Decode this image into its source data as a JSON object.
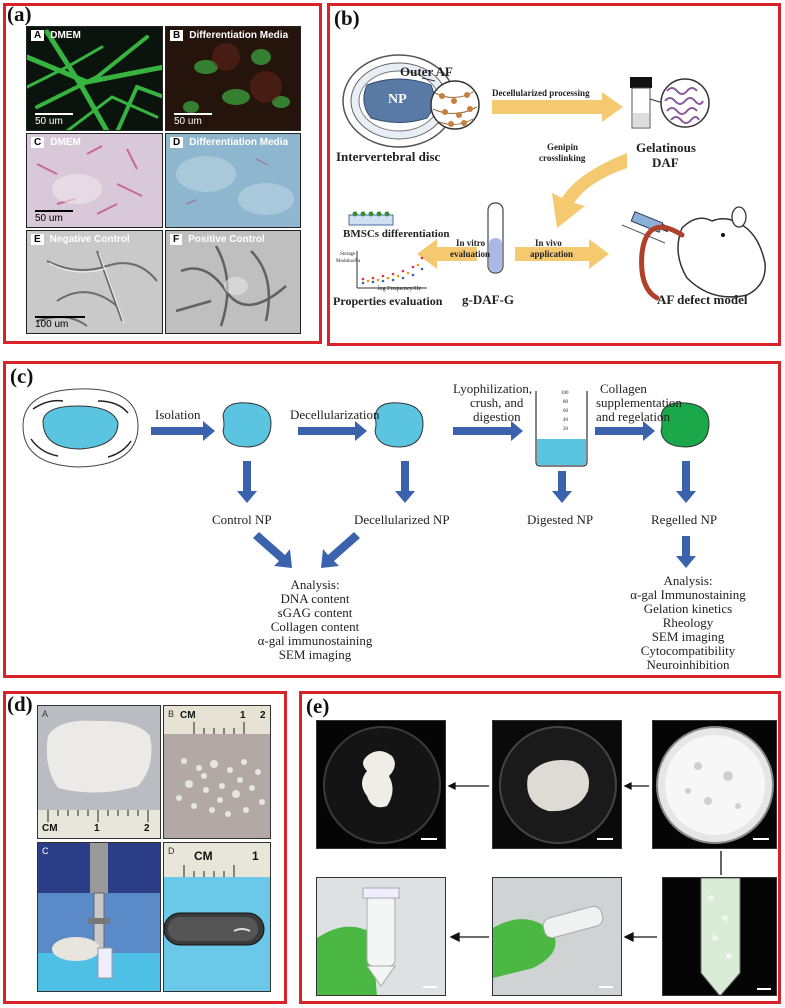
{
  "panel_a": {
    "label": "(a)",
    "tiles": [
      {
        "letter": "A",
        "title": "DMEM",
        "scale": "50 um"
      },
      {
        "letter": "B",
        "title": "Differentiation Media",
        "scale": "50 um"
      },
      {
        "letter": "C",
        "title": "DMEM",
        "scale": "50 um"
      },
      {
        "letter": "D",
        "title": "Differentiation Media",
        "scale": ""
      },
      {
        "letter": "E",
        "title": "Negative Control",
        "scale": "100 um"
      },
      {
        "letter": "F",
        "title": "Positive Control",
        "scale": ""
      }
    ]
  },
  "panel_b": {
    "label": "(b)",
    "outer_af": "Outer AF",
    "np": "NP",
    "intervertebral_disc": "Intervertebral disc",
    "decellularized_processing": "Decellularized processing",
    "gelatinous_daf_line1": "Gelatinous",
    "gelatinous_daf_line2": "DAF",
    "genipin_line1": "Genipin",
    "genipin_line2": "crosslinking",
    "bmscs": "BMSCs differentiation",
    "in_vitro_line1": "In vitro",
    "in_vitro_line2": "evaluation",
    "in_vivo_line1": "In vivo",
    "in_vivo_line2": "application",
    "gdafg": "g-DAF-G",
    "af_defect": "AF defect model",
    "properties": "Properties evaluation",
    "plot_ylabel_1": "Storage",
    "plot_ylabel_2": "Modulus/Pa",
    "plot_xlabel": "log Frequency/Hz"
  },
  "panel_c": {
    "label": "(c)",
    "isolation": "Isolation",
    "decellularization": "Decellularization",
    "lyophilization_1": "Lyophilization,",
    "lyophilization_2": "crush, and",
    "lyophilization_3": "digestion",
    "collagen_1": "Collagen",
    "collagen_2": "supplementation",
    "collagen_3": "and regelation",
    "control_np": "Control NP",
    "decellularized_np": "Decellularized NP",
    "digested_np": "Digested NP",
    "regelled_np": "Regelled NP",
    "beaker_ticks": [
      "100",
      "80",
      "60",
      "40",
      "20"
    ],
    "analysis_left": [
      "Analysis:",
      "DNA content",
      "sGAG content",
      "Collagen content",
      "α-gal immunostaining",
      "SEM imaging"
    ],
    "analysis_right": [
      "Analysis:",
      "α-gal Immunostaining",
      "Gelation kinetics",
      "Rheology",
      "SEM imaging",
      "Cytocompatibility",
      "Neuroinhibition"
    ]
  },
  "panel_d": {
    "label": "(d)",
    "tiles": [
      "A",
      "B",
      "C",
      "D"
    ],
    "ruler_a": [
      "CM",
      "1",
      "2"
    ],
    "ruler_b": [
      "CM",
      "1",
      "2"
    ],
    "ruler_d": [
      "CM",
      "1"
    ]
  },
  "panel_e": {
    "label": "(e)"
  },
  "colors": {
    "frame": "#d8232a",
    "flow_arrow": "#3b62ad",
    "np_blue": "#5bc4e0",
    "regel_green": "#1aa84a",
    "b_arrow": "#f5c970"
  }
}
